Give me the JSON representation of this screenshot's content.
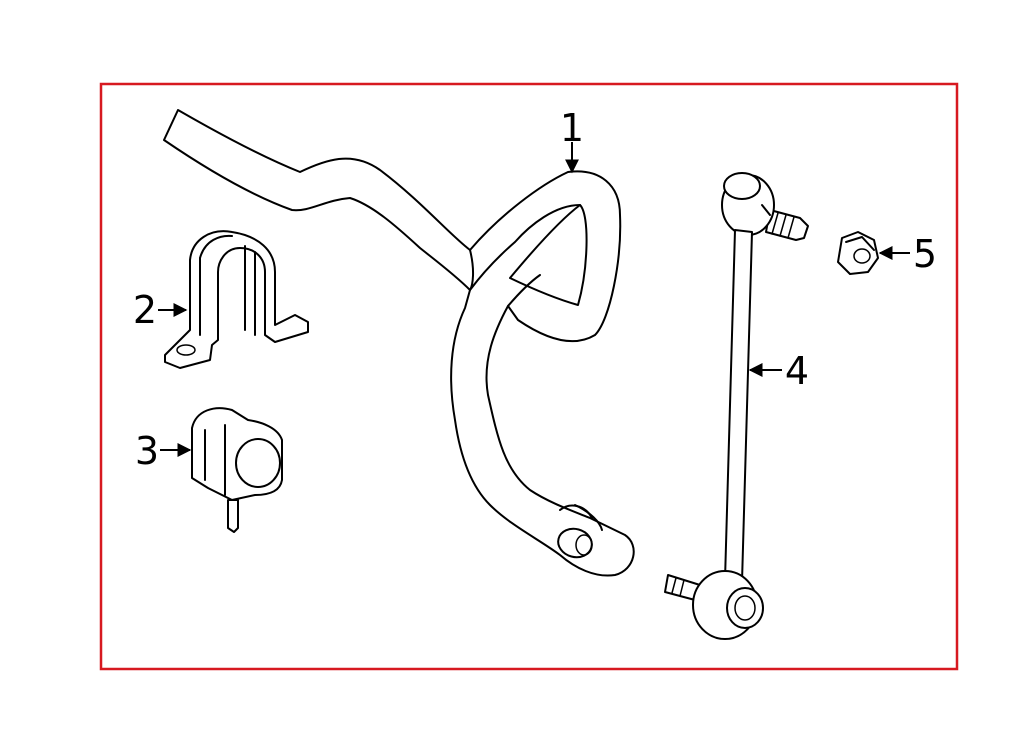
{
  "frame": {
    "border_color": "#d71920"
  },
  "callouts": [
    {
      "id": "1",
      "label": "1"
    },
    {
      "id": "2",
      "label": "2"
    },
    {
      "id": "3",
      "label": "3"
    },
    {
      "id": "4",
      "label": "4"
    },
    {
      "id": "5",
      "label": "5"
    }
  ]
}
